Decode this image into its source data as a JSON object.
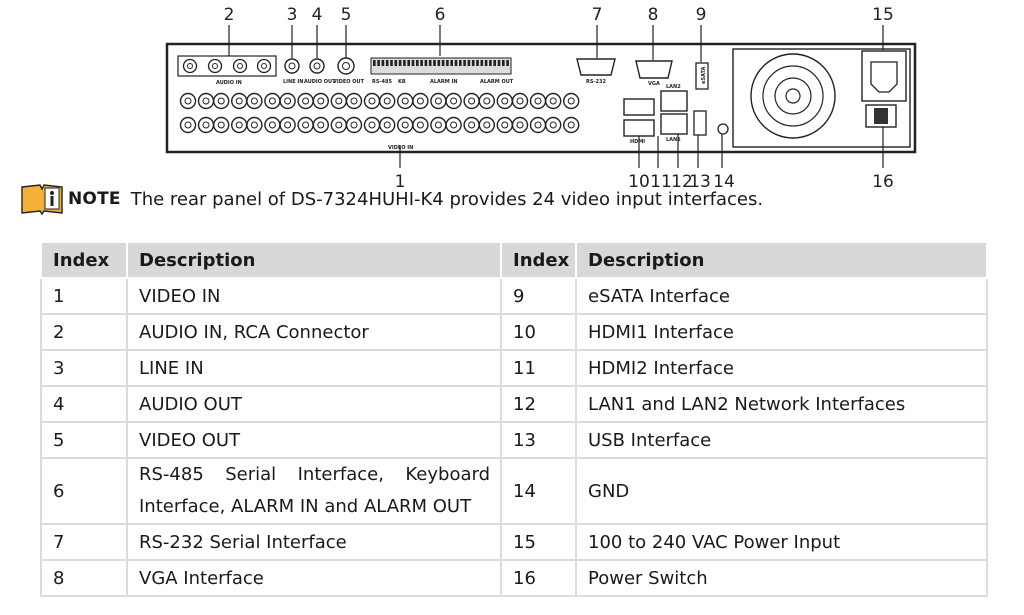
{
  "callouts": {
    "top": [
      "2",
      "3",
      "4",
      "5",
      "6",
      "7",
      "8",
      "9",
      "15"
    ],
    "bottom": [
      "1",
      "10",
      "11",
      "12",
      "13",
      "14",
      "16"
    ]
  },
  "panel_labels": {
    "audio_in": "AUDIO IN",
    "line_in": "LINE IN",
    "audio_out": "AUDIO OUT",
    "video_out": "VIDEO OUT",
    "rs485": "RS-485",
    "kb": "KB",
    "alarm_in": "ALARM IN",
    "alarm_out": "ALARM OUT",
    "rs232": "RS-232",
    "vga": "VGA",
    "lan2": "LAN2",
    "lan1": "LAN1",
    "esata": "eSATA",
    "hdmi": "HDMI",
    "video_in": "VIDEO IN"
  },
  "note": {
    "label": "NOTE",
    "text": "The rear panel of DS-7324HUHI-K4 provides 24 video input interfaces."
  },
  "table": {
    "headers": [
      "Index",
      "Description",
      "Index",
      "Description"
    ],
    "rows": [
      [
        "1",
        "VIDEO IN",
        "9",
        "eSATA Interface"
      ],
      [
        "2",
        "AUDIO IN, RCA Connector",
        "10",
        "HDMI1 Interface"
      ],
      [
        "3",
        "LINE IN",
        "11",
        "HDMI2 Interface"
      ],
      [
        "4",
        "AUDIO OUT",
        "12",
        "LAN1 and LAN2 Network Interfaces"
      ],
      [
        "5",
        "VIDEO OUT",
        "13",
        "USB Interface"
      ],
      [
        "6",
        "RS-485 Serial Interface, Keyboard Interface, ALARM IN and ALARM OUT",
        "14",
        "GND"
      ],
      [
        "7",
        "RS-232 Serial Interface",
        "15",
        "100 to 240 VAC Power Input"
      ],
      [
        "8",
        "VGA Interface",
        "16",
        "Power Switch"
      ]
    ]
  }
}
